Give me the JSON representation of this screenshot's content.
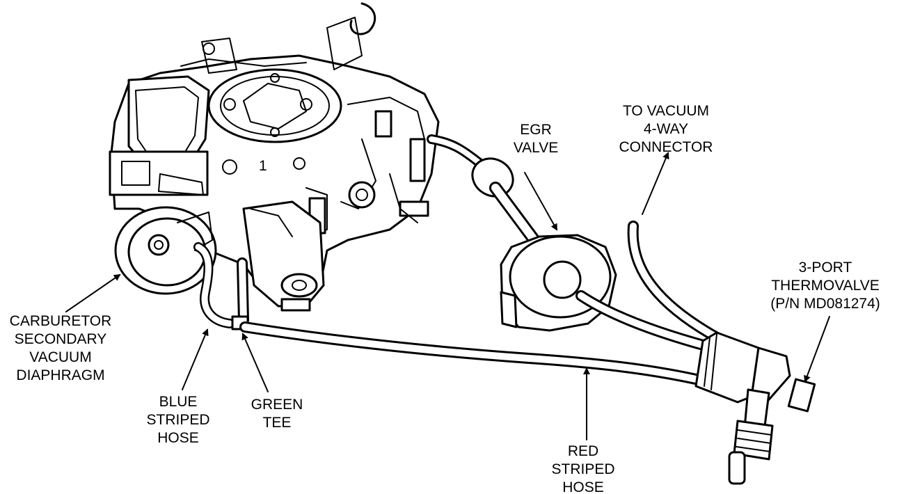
{
  "labels": {
    "carb_diaphragm": [
      "CARBURETOR",
      "SECONDARY",
      "VACUUM",
      "DIAPHRAGM"
    ],
    "blue_hose": [
      "BLUE",
      "STRIPED",
      "HOSE"
    ],
    "green_tee": [
      "GREEN",
      "TEE"
    ],
    "red_hose": [
      "RED",
      "STRIPED",
      "HOSE"
    ],
    "egr_valve": [
      "EGR",
      "VALVE"
    ],
    "vacuum_connector": [
      "TO VACUUM",
      "4-WAY",
      "CONNECTOR"
    ],
    "thermovalve": [
      "3-PORT",
      "THERMOVALVE",
      "(P/N MD081274)"
    ]
  },
  "colors": {
    "ink": "#000000",
    "paper": "#ffffff"
  }
}
